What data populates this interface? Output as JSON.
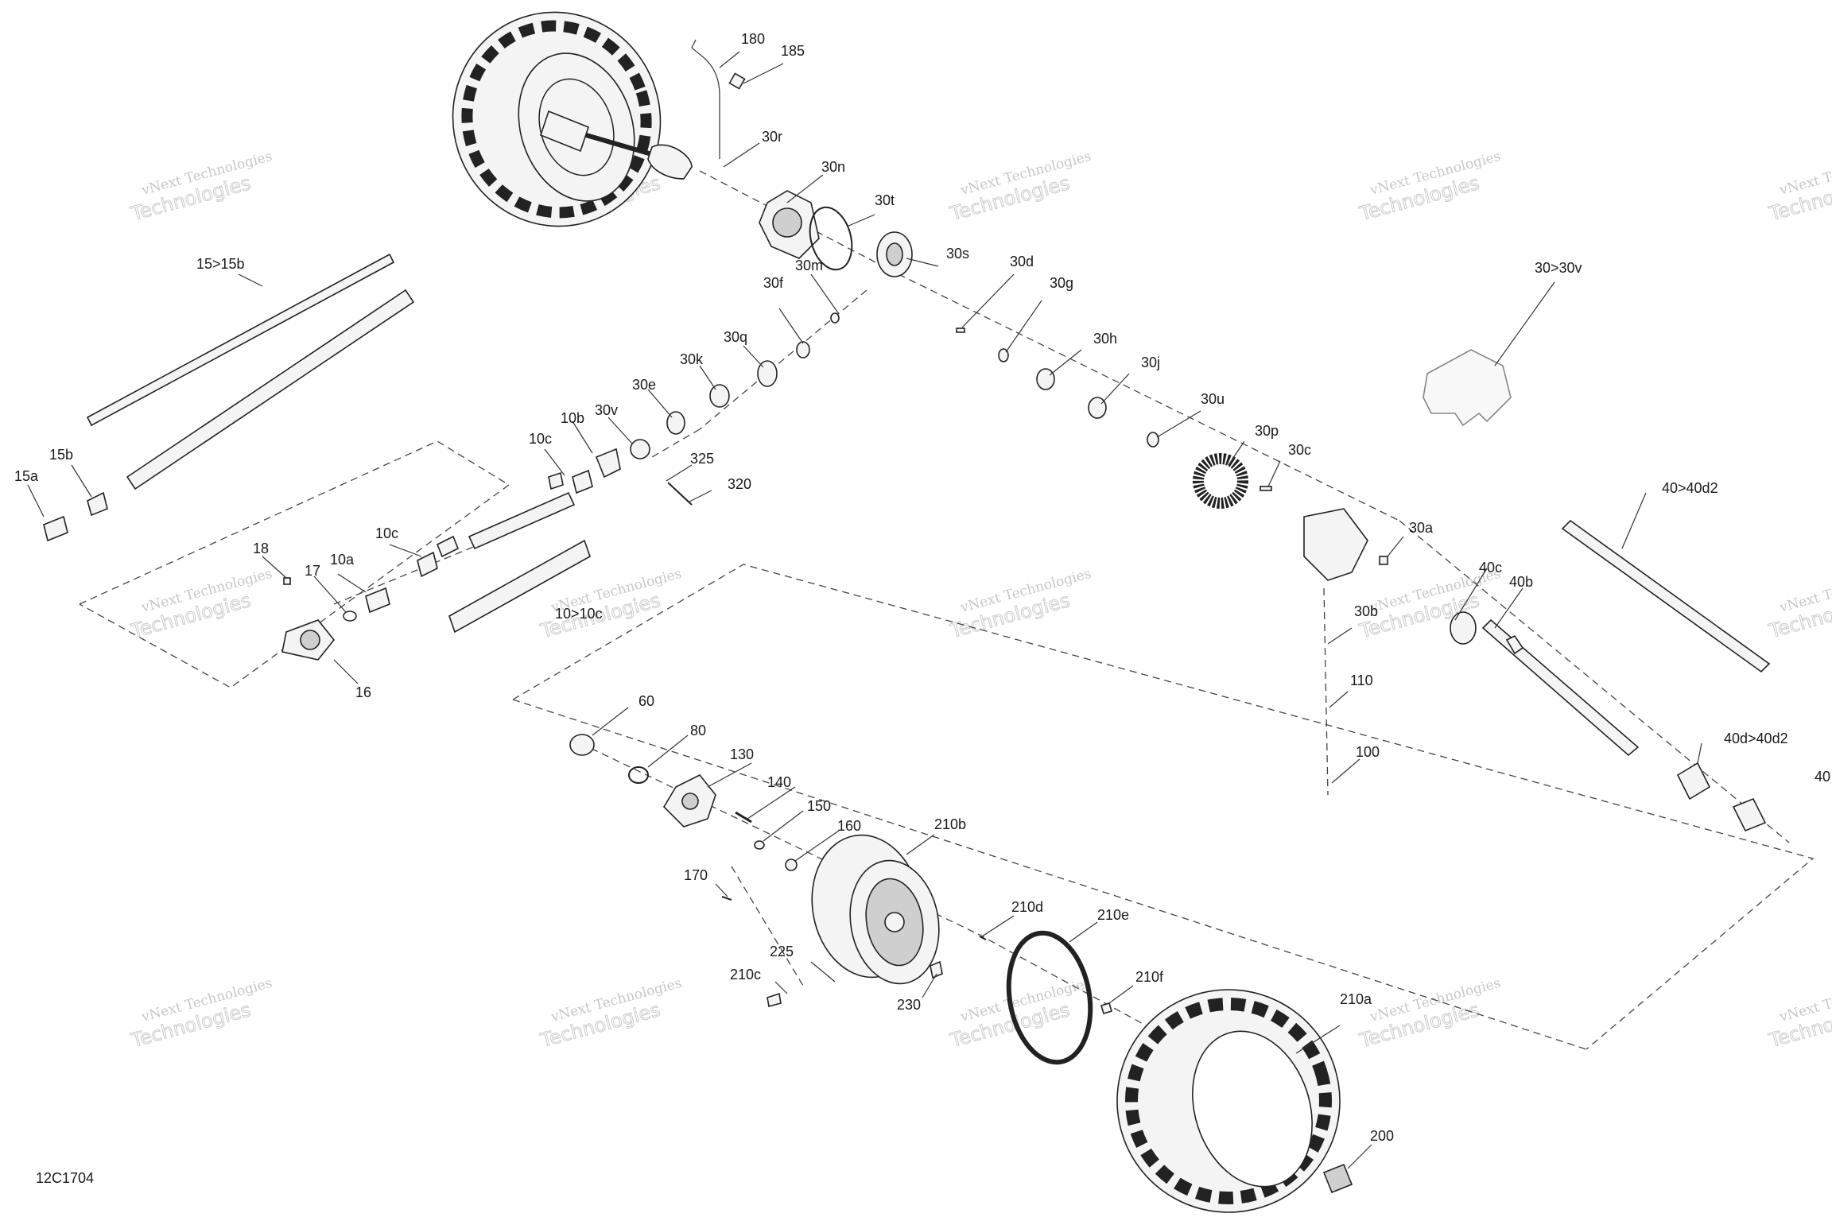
{
  "diagram_code": "12C1704",
  "watermark": {
    "line1": "vNext Technologies",
    "line2": "Technologies"
  },
  "callouts": [
    {
      "id": "180",
      "label": "180"
    },
    {
      "id": "185",
      "label": "185"
    },
    {
      "id": "30r",
      "label": "30r"
    },
    {
      "id": "30n",
      "label": "30n"
    },
    {
      "id": "30t",
      "label": "30t"
    },
    {
      "id": "30s",
      "label": "30s"
    },
    {
      "id": "30d",
      "label": "30d"
    },
    {
      "id": "30g",
      "label": "30g"
    },
    {
      "id": "30h",
      "label": "30h"
    },
    {
      "id": "30j",
      "label": "30j"
    },
    {
      "id": "30u",
      "label": "30u"
    },
    {
      "id": "30p",
      "label": "30p"
    },
    {
      "id": "30c",
      "label": "30c"
    },
    {
      "id": "30a",
      "label": "30a"
    },
    {
      "id": "30b",
      "label": "30b"
    },
    {
      "id": "30-30v",
      "label": "30>30v"
    },
    {
      "id": "30m",
      "label": "30m"
    },
    {
      "id": "30f",
      "label": "30f"
    },
    {
      "id": "30q",
      "label": "30q"
    },
    {
      "id": "30k",
      "label": "30k"
    },
    {
      "id": "30e",
      "label": "30e"
    },
    {
      "id": "30v",
      "label": "30v"
    },
    {
      "id": "325",
      "label": "325"
    },
    {
      "id": "320",
      "label": "320"
    },
    {
      "id": "15-15b",
      "label": "15>15b"
    },
    {
      "id": "15b",
      "label": "15b"
    },
    {
      "id": "15a",
      "label": "15a"
    },
    {
      "id": "10b",
      "label": "10b"
    },
    {
      "id": "10c-upper",
      "label": "10c"
    },
    {
      "id": "10c-lower",
      "label": "10c"
    },
    {
      "id": "10a",
      "label": "10a"
    },
    {
      "id": "10-10c",
      "label": "10>10c"
    },
    {
      "id": "18",
      "label": "18"
    },
    {
      "id": "17",
      "label": "17"
    },
    {
      "id": "16",
      "label": "16"
    },
    {
      "id": "40-40d2",
      "label": "40>40d2"
    },
    {
      "id": "40c",
      "label": "40c"
    },
    {
      "id": "40b",
      "label": "40b"
    },
    {
      "id": "40d-40d2",
      "label": "40d>40d2"
    },
    {
      "id": "40-edge",
      "label": "40"
    },
    {
      "id": "110",
      "label": "110"
    },
    {
      "id": "100",
      "label": "100"
    },
    {
      "id": "60",
      "label": "60"
    },
    {
      "id": "80",
      "label": "80"
    },
    {
      "id": "130",
      "label": "130"
    },
    {
      "id": "140",
      "label": "140"
    },
    {
      "id": "150",
      "label": "150"
    },
    {
      "id": "160",
      "label": "160"
    },
    {
      "id": "170",
      "label": "170"
    },
    {
      "id": "210b",
      "label": "210b"
    },
    {
      "id": "210d",
      "label": "210d"
    },
    {
      "id": "210e",
      "label": "210e"
    },
    {
      "id": "210f",
      "label": "210f"
    },
    {
      "id": "210c",
      "label": "210c"
    },
    {
      "id": "225",
      "label": "225"
    },
    {
      "id": "230",
      "label": "230"
    },
    {
      "id": "210a",
      "label": "210a"
    },
    {
      "id": "200",
      "label": "200"
    }
  ]
}
